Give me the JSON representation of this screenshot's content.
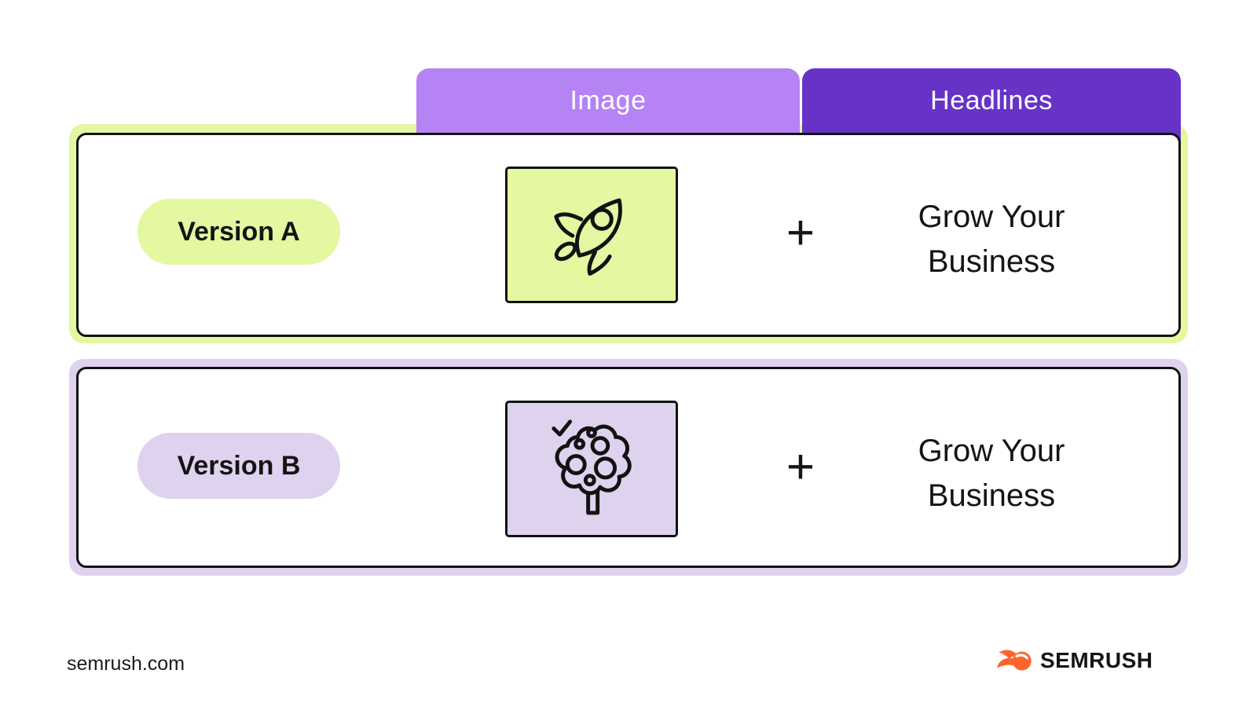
{
  "tabs": {
    "image": {
      "label": "Image",
      "bg": "#b583f4"
    },
    "headlines": {
      "label": "Headlines",
      "bg": "#6733c6"
    }
  },
  "versions": [
    {
      "label": "Version A",
      "icon": "rocket-icon",
      "plus": "+",
      "headline": "Grow Your Business",
      "theme": "#e4f7a1"
    },
    {
      "label": "Version B",
      "icon": "tree-icon",
      "plus": "+",
      "headline": "Grow Your Business",
      "theme": "#ded2ee"
    }
  ],
  "footer": {
    "website": "semrush.com",
    "brand": "SEMRUSH",
    "brand_color": "#ff642d"
  }
}
